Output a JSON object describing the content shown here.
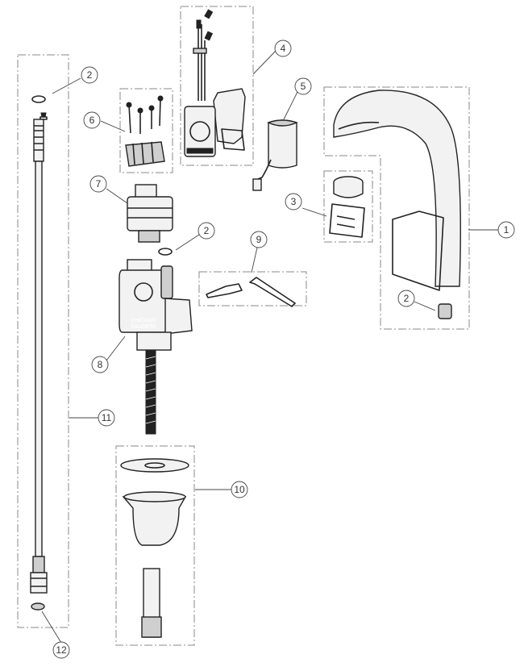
{
  "callouts": [
    {
      "id": "c1",
      "label": "1"
    },
    {
      "id": "c2a",
      "label": "2"
    },
    {
      "id": "c2b",
      "label": "2"
    },
    {
      "id": "c2c",
      "label": "2"
    },
    {
      "id": "c3",
      "label": "3"
    },
    {
      "id": "c4",
      "label": "4"
    },
    {
      "id": "c5",
      "label": "5"
    },
    {
      "id": "c6",
      "label": "6"
    },
    {
      "id": "c7",
      "label": "7"
    },
    {
      "id": "c8",
      "label": "8"
    },
    {
      "id": "c9",
      "label": "9"
    },
    {
      "id": "c10",
      "label": "10"
    },
    {
      "id": "c11",
      "label": "11"
    },
    {
      "id": "c12",
      "label": "12"
    }
  ],
  "body_brand": {
    "line1": "CHICAGO",
    "line2": "FAUCETS"
  }
}
